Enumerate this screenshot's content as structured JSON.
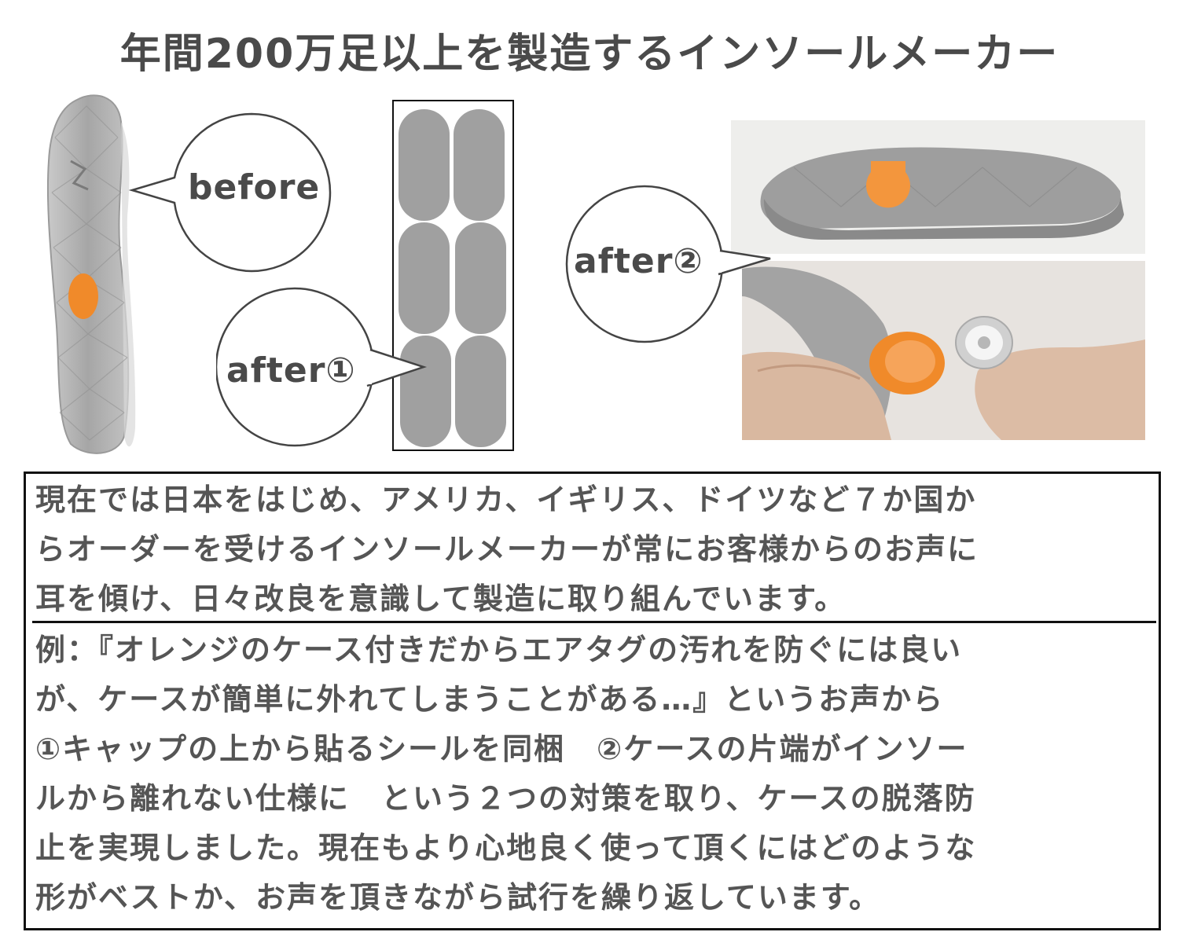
{
  "header": {
    "title": "年間200万足以上を製造するインソールメーカー"
  },
  "labels": {
    "before": "before",
    "after1": "after①",
    "after2": "after②"
  },
  "description": {
    "para1_lines": [
      "現在では日本をはじめ、アメリカ、イギリス、ドイツなど７か国か",
      "らオーダーを受けるインソールメーカーが常にお客様からのお声に",
      "耳を傾け、日々改良を意識して製造に取り組んでいます。"
    ],
    "para2_lines": [
      "例：『オレンジのケース付きだからエアタグの汚れを防ぐには良い",
      "が、ケースが簡単に外れてしまうことがある…』というお声から",
      "①キャップの上から貼るシールを同梱　②ケースの片端がインソー",
      "ルから離れない仕様に　という２つの対策を取り、ケースの脱落防",
      "止を実現しました。現在もより心地良く使って頂くにはどのような",
      "形がベストか、お声を頂きながら試行を繰り返しています。"
    ]
  },
  "colors": {
    "insole_gray": "#a9a9a9",
    "accent_orange": "#f08a2a",
    "sticker_gray": "#a0a0a0"
  }
}
